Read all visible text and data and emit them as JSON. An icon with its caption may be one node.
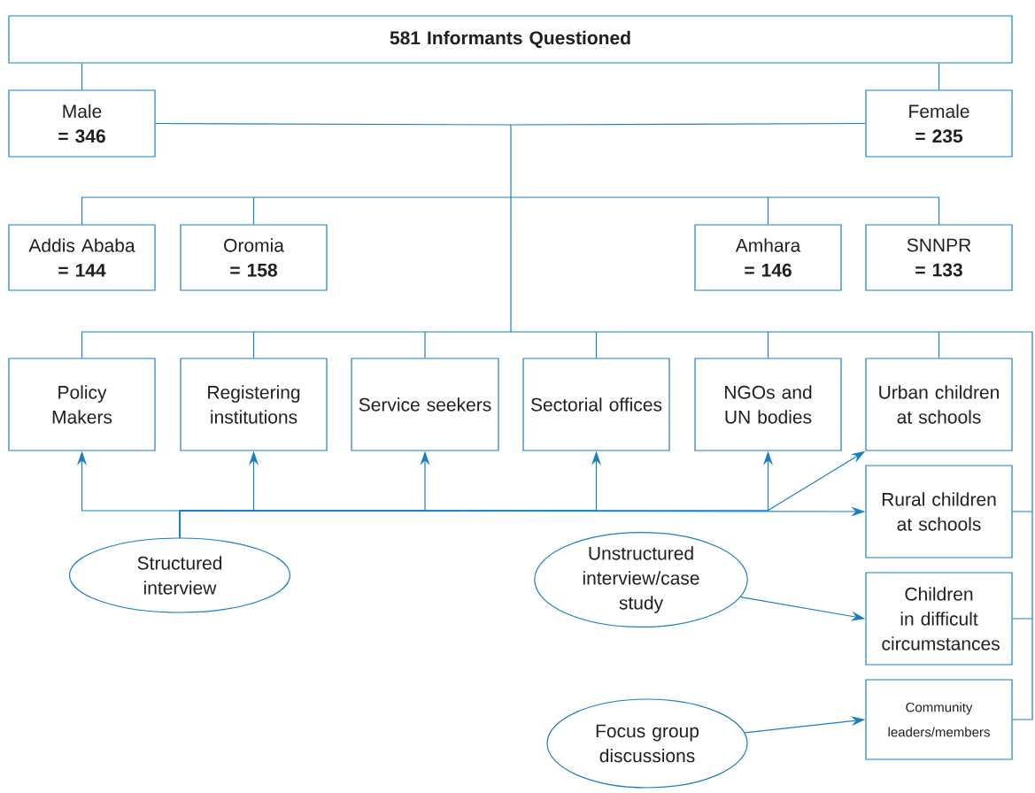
{
  "diagram": {
    "nodes": [
      {
        "text": [
          "581 Informants Questioned"
        ]
      },
      {
        "text": [
          "Male",
          "= 346"
        ]
      },
      {
        "text": [
          "Female",
          "= 235"
        ]
      },
      {
        "text": [
          "Addis Ababa",
          "= 144"
        ]
      },
      {
        "text": [
          "Oromia",
          "= 158"
        ]
      },
      {
        "text": [
          "Amhara",
          "= 146"
        ]
      },
      {
        "text": [
          "SNNPR",
          "= 133"
        ]
      },
      {
        "text": [
          "Policy Makers"
        ]
      },
      {
        "text": [
          "Registering institutions"
        ]
      },
      {
        "text": [
          "Service seekers"
        ]
      },
      {
        "text": [
          "Sectorial offices"
        ]
      },
      {
        "text": [
          "NGOs and UN bodies"
        ]
      },
      {
        "text": [
          "Urban children at schools"
        ]
      },
      {
        "text": [
          "Rural children at schools"
        ]
      },
      {
        "text": [
          "Children in difficult circumstances"
        ]
      },
      {
        "text": [
          "Community leaders/members"
        ]
      },
      {
        "text": [
          "Structured interview"
        ]
      },
      {
        "text": [
          "Unstructured interview/case study"
        ]
      },
      {
        "text": [
          "Focus group discussions"
        ]
      }
    ],
    "edges": [
      {
        "from": 0,
        "to": 1,
        "arrow": "none"
      },
      {
        "from": 0,
        "to": 2,
        "arrow": "none"
      },
      {
        "from": 1,
        "to": 3,
        "arrow": "none"
      },
      {
        "from": 1,
        "to": 4,
        "arrow": "none"
      },
      {
        "from": 1,
        "to": 5,
        "arrow": "none"
      },
      {
        "from": 1,
        "to": 6,
        "arrow": "none"
      },
      {
        "from": 2,
        "to": 3,
        "arrow": "none"
      },
      {
        "from": 2,
        "to": 4,
        "arrow": "none"
      },
      {
        "from": 2,
        "to": 5,
        "arrow": "none"
      },
      {
        "from": 2,
        "to": 6,
        "arrow": "none"
      },
      {
        "from": 1,
        "to": 7,
        "arrow": "none"
      },
      {
        "from": 1,
        "to": 8,
        "arrow": "none"
      },
      {
        "from": 1,
        "to": 9,
        "arrow": "none"
      },
      {
        "from": 1,
        "to": 10,
        "arrow": "none"
      },
      {
        "from": 1,
        "to": 11,
        "arrow": "none"
      },
      {
        "from": 1,
        "to": 12,
        "arrow": "none"
      },
      {
        "from": 1,
        "to": 13,
        "arrow": "none"
      },
      {
        "from": 1,
        "to": 14,
        "arrow": "none"
      },
      {
        "from": 1,
        "to": 15,
        "arrow": "none"
      },
      {
        "from": 2,
        "to": 7,
        "arrow": "none"
      },
      {
        "from": 2,
        "to": 8,
        "arrow": "none"
      },
      {
        "from": 2,
        "to": 9,
        "arrow": "none"
      },
      {
        "from": 2,
        "to": 10,
        "arrow": "none"
      },
      {
        "from": 2,
        "to": 11,
        "arrow": "none"
      },
      {
        "from": 2,
        "to": 12,
        "arrow": "none"
      },
      {
        "from": 2,
        "to": 13,
        "arrow": "none"
      },
      {
        "from": 2,
        "to": 14,
        "arrow": "none"
      },
      {
        "from": 2,
        "to": 15,
        "arrow": "none"
      },
      {
        "from": 16,
        "to": 7,
        "arrow": "to"
      },
      {
        "from": 16,
        "to": 8,
        "arrow": "to"
      },
      {
        "from": 16,
        "to": 9,
        "arrow": "to"
      },
      {
        "from": 16,
        "to": 10,
        "arrow": "to"
      },
      {
        "from": 16,
        "to": 11,
        "arrow": "to"
      },
      {
        "from": 16,
        "to": 12,
        "arrow": "to"
      },
      {
        "from": 16,
        "to": 13,
        "arrow": "to"
      },
      {
        "from": 17,
        "to": 14,
        "arrow": "to"
      },
      {
        "from": 18,
        "to": 15,
        "arrow": "to"
      }
    ]
  }
}
